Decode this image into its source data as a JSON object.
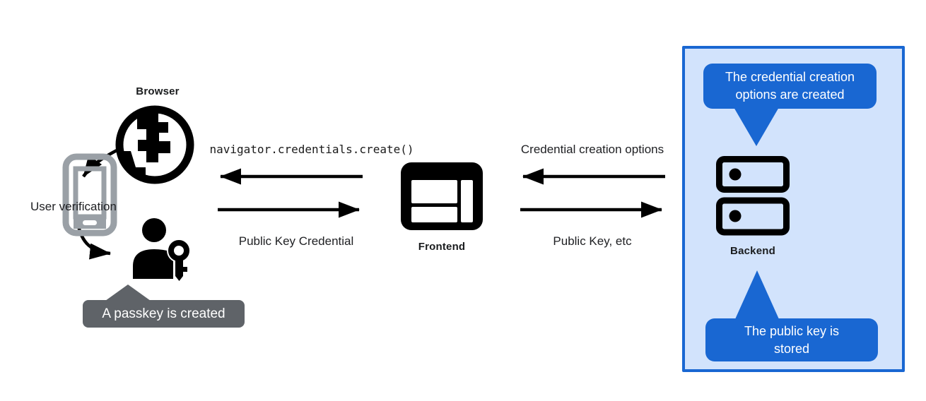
{
  "diagram": {
    "left": {
      "browser_label": "Browser",
      "user_verification_label": "User verification",
      "passkey_tooltip": "A passkey is created"
    },
    "center": {
      "api_call": "navigator.credentials.create()",
      "public_key_credential_label": "Public Key Credential",
      "frontend_label": "Frontend"
    },
    "right": {
      "credential_creation_options_label": "Credential creation options",
      "public_key_etc_label": "Public Key, etc",
      "backend_label": "Backend",
      "top_bubble": "The credential creation options are created",
      "bottom_bubble": "The public key is stored"
    },
    "colors": {
      "bubble_blue": "#1967d2",
      "panel_fill": "#d2e3fc",
      "panel_border": "#1967d2",
      "tooltip_gray": "#5f6368",
      "phone_gray": "#9aa0a6",
      "ink": "#202124",
      "arrow_black": "#000000"
    }
  }
}
